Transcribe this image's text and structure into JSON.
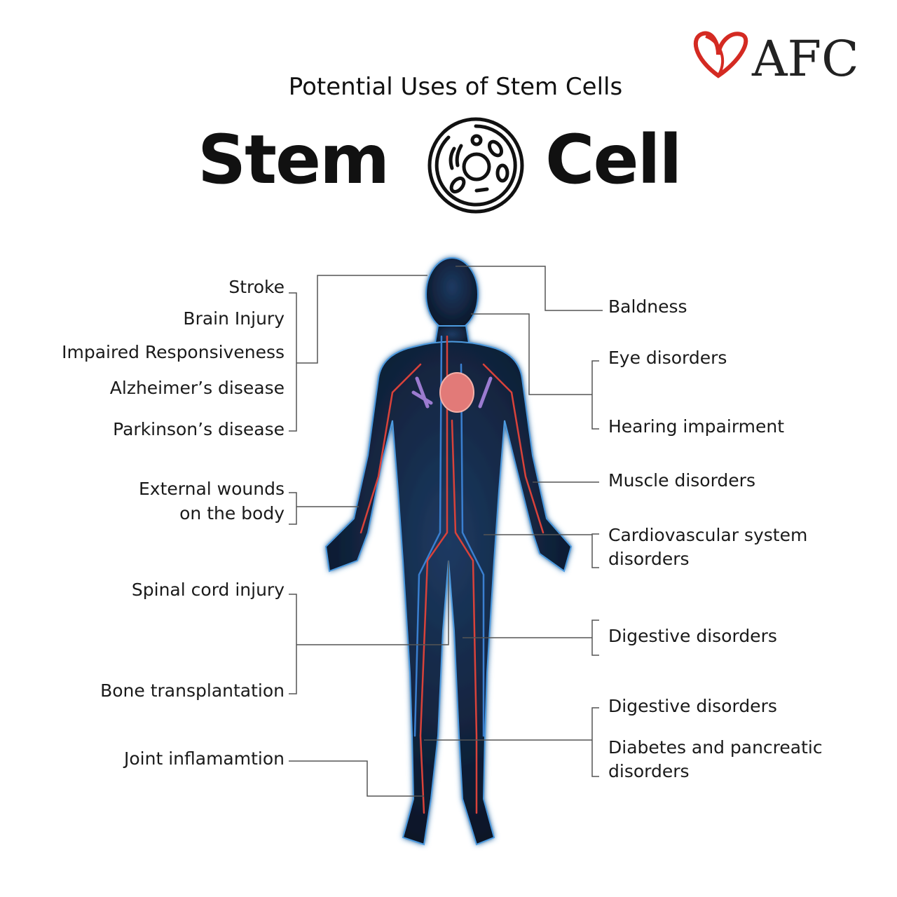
{
  "logo": {
    "text": "AFC",
    "color": "#d42a22"
  },
  "subtitle": "Potential Uses of Stem Cells",
  "title": {
    "word1": "Stem",
    "word2": "Cell"
  },
  "left_labels": [
    "Stroke",
    "Brain Injury",
    "Impaired Responsiveness",
    "Alzheimer’s disease",
    "Parkinson’s disease",
    "External wounds",
    "on the body",
    "Spinal cord injury",
    "Bone transplantation",
    "Joint inflamamtion"
  ],
  "right_labels": [
    "Baldness",
    "Eye disorders",
    "Hearing impairment",
    "Muscle disorders",
    "Cardiovascular system",
    "disorders",
    "Digestive disorders",
    "Digestive disorders",
    "Diabetes and pancreatic",
    "disorders"
  ],
  "colors": {
    "body": "#0f1d33",
    "glow": "#3f8fd6",
    "artery": "#d9423a",
    "vein": "#3a7fd0",
    "line": "#555555"
  }
}
